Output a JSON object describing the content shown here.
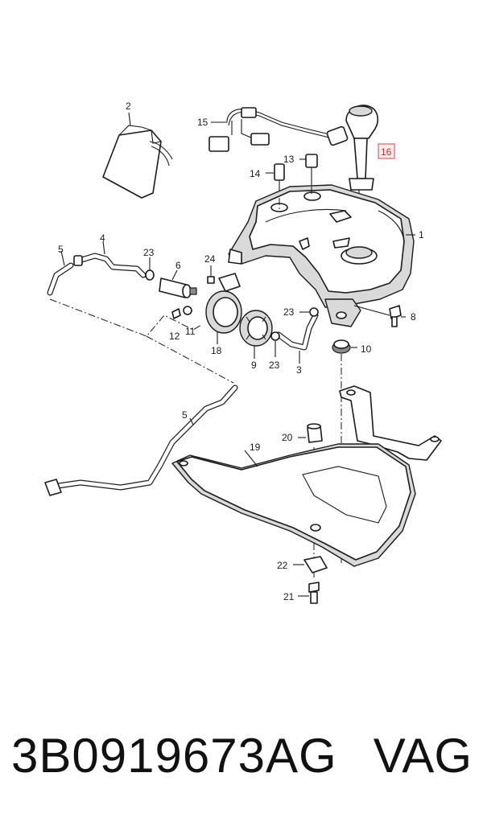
{
  "diagram": {
    "callouts": {
      "c1": "1",
      "c2": "2",
      "c3": "3",
      "c4": "4",
      "c5a": "5",
      "c5b": "5",
      "c6": "6",
      "c8": "8",
      "c9": "9",
      "c10": "10",
      "c11": "11",
      "c12": "12",
      "c13": "13",
      "c14": "14",
      "c15": "15",
      "c16": "16",
      "c18": "18",
      "c19": "19",
      "c20": "20",
      "c21": "21",
      "c22": "22",
      "c23a": "23",
      "c23b": "23",
      "c23c": "23",
      "c24": "24"
    },
    "highlighted_callout": "16",
    "highlight_color": "#e06060"
  },
  "footer": {
    "part_number": "3B0919673AG",
    "brand": "VAG"
  }
}
